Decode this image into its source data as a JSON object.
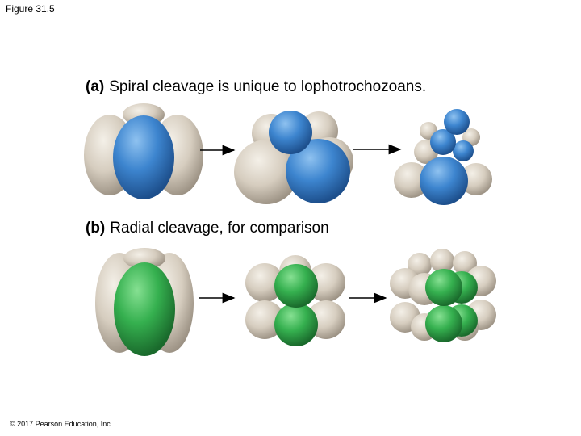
{
  "figure_label": "Figure 31.5",
  "panel_a": {
    "tag": "(a)",
    "caption": "Spiral cleavage is unique to lophotrochozoans."
  },
  "panel_b": {
    "tag": "(b)",
    "caption": "Radial cleavage, for comparison"
  },
  "credit": "© 2017 Pearson Education, Inc.",
  "colors": {
    "cell_tan": "#d8d0c2",
    "spiral_blue": "#3d85cf",
    "radial_green": "#35b04f",
    "arrow": "#000000"
  }
}
